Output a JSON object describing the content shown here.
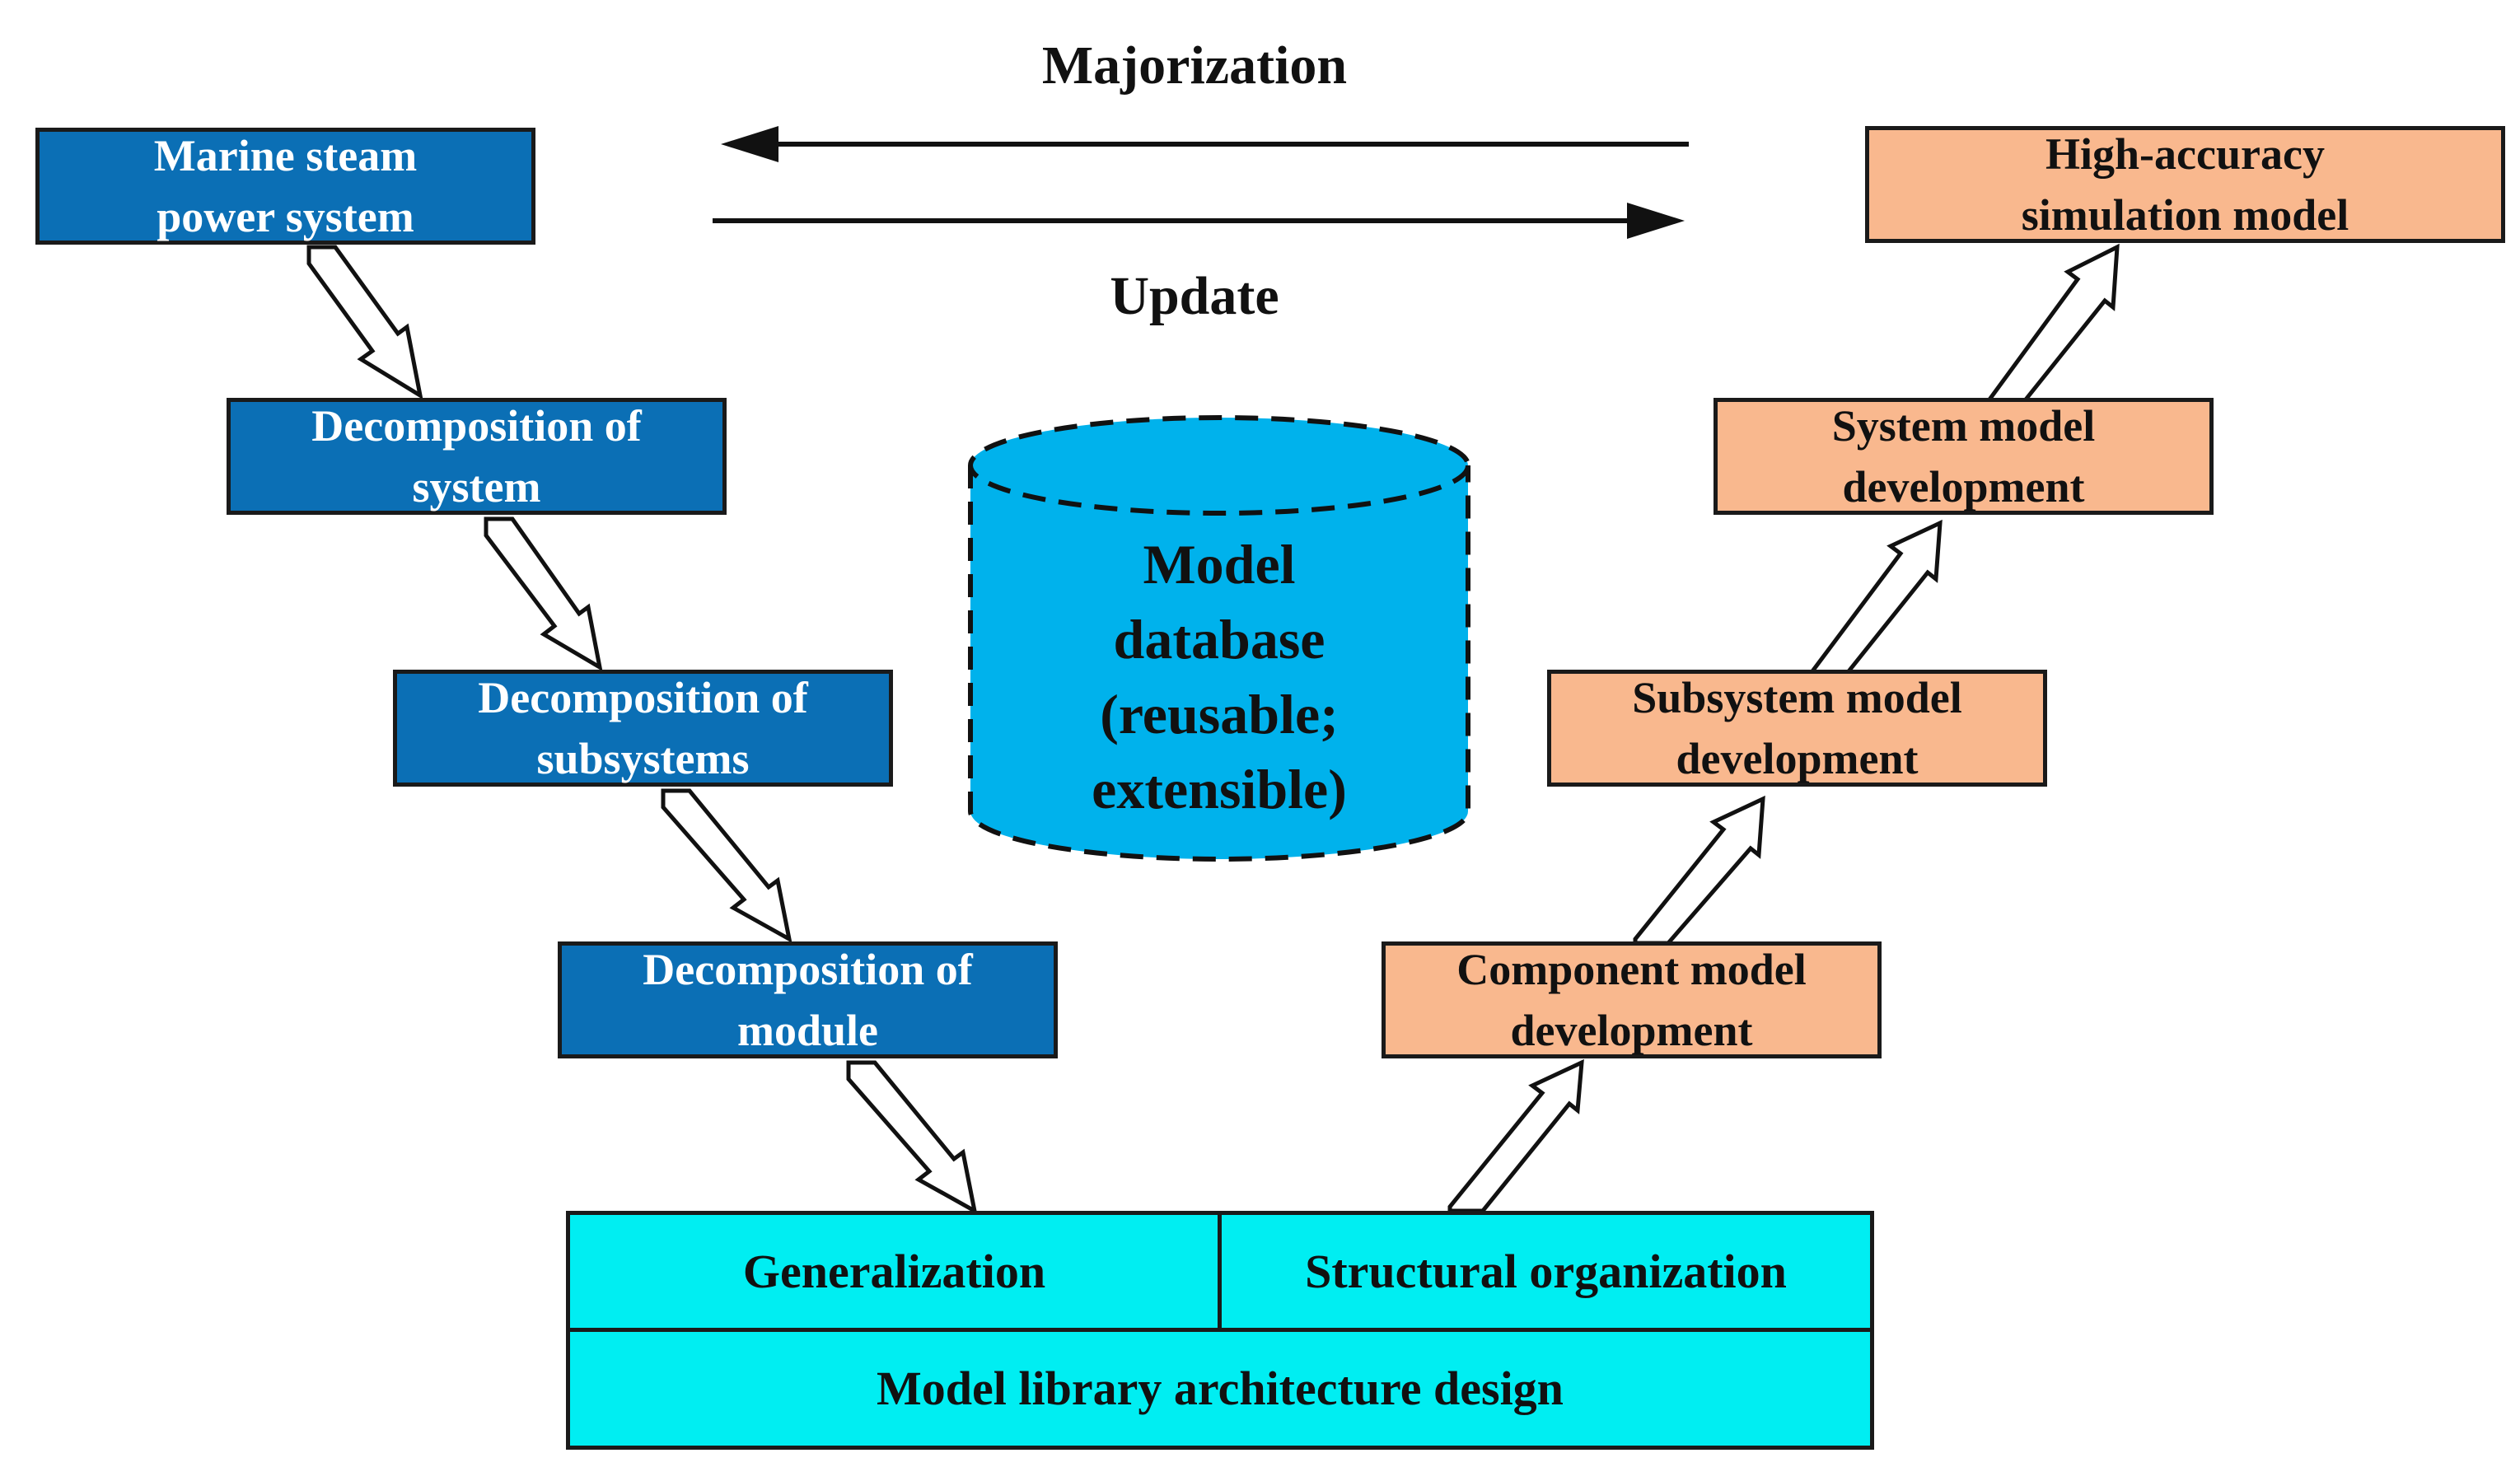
{
  "flow_labels": {
    "top_arrow": "Majorization",
    "bottom_arrow": "Update"
  },
  "decomposition_steps": [
    "Marine steam\npower system",
    "Decomposition of\nsystem",
    "Decomposition of\nsubsystems",
    "Decomposition of\nmodule"
  ],
  "development_steps": [
    "Component model\ndevelopment",
    "Subsystem model\ndevelopment",
    "System model\ndevelopment",
    "High-accuracy\nsimulation model"
  ],
  "model_database": "Model\ndatabase\n(reusable;\nextensible)",
  "library": {
    "generalization": "Generalization",
    "structural_organization": "Structural organization",
    "architecture_design": "Model library architecture design"
  },
  "colors": {
    "decomposition_fill": "#0b6fb5",
    "development_fill": "#f9b88e",
    "library_fill": "#00eef2",
    "database_fill": "#00b2ec"
  }
}
